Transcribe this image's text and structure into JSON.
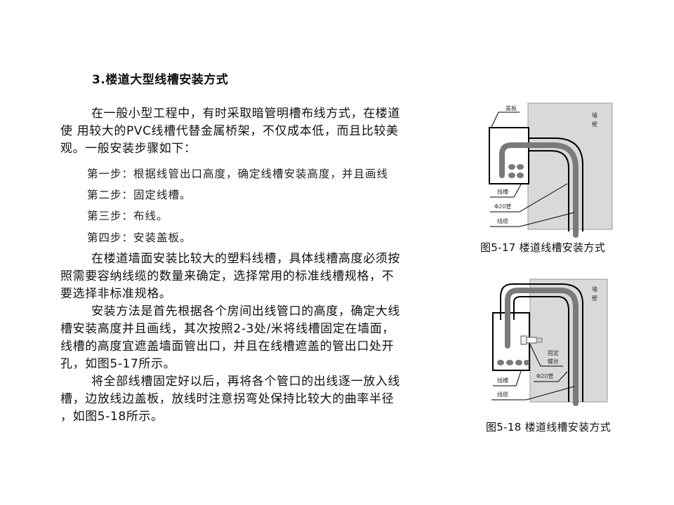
{
  "section": {
    "title": "3.楼道大型线槽安装方式"
  },
  "intro": {
    "lines": [
      "在一般小型工程中，有时采取暗管明槽布线方式，在楼道",
      "使 用较大的PVC线槽代替金属桥架，不仅成本低，而且比较美",
      "观。一般安装步骤如下："
    ]
  },
  "steps": [
    "第一步：根据线管出口高度，确定线槽安装高度，并且画线",
    "第二步：固定线槽。",
    "第三步：布线。",
    "第四步：安装盖板。"
  ],
  "body": {
    "para1": [
      "在楼道墙面安装比较大的塑料线槽，具体线槽高度必须按",
      "照需要容纳线缆的数量来确定，选择常用的标准线槽规格，不",
      "要选择非标准规格。"
    ],
    "para2": [
      "安装方法是首先根据各个房间出线管口的高度，确定大线",
      "槽安装高度并且画线，其次按照2-3处/米将线槽固定在墙面，",
      "线槽的高度宜遮盖墙面管出口，并且在线槽遮盖的管出口处开",
      "孔，如图5-17所示。"
    ],
    "para3": [
      "将全部线槽固定好以后，再将各个管口的出线逐一放入线",
      "槽，边放线边盖板，放线时注意拐弯处保持比较大的曲率半径",
      "，如图5-18所示。"
    ]
  },
  "figure1": {
    "caption": "图5-17 楼道线槽安装方式",
    "labels": {
      "cover": "盖板",
      "wall_1": "墙",
      "wall_2": "壁",
      "trunking": "线槽",
      "pipe": "Φ20管",
      "cable": "线缆"
    }
  },
  "figure2": {
    "caption": "图5-18 楼道线槽安装方式",
    "labels": {
      "wall_1": "墙",
      "wall_2": "壁",
      "screw_1": "固定",
      "screw_2": "螺丝",
      "pipe": "Φ20管",
      "trunking": "线槽",
      "cable": "线缆"
    }
  },
  "colors": {
    "wall": "#d9d9d9",
    "cable": "#7a7a7a",
    "pipe_line": "#000000"
  }
}
